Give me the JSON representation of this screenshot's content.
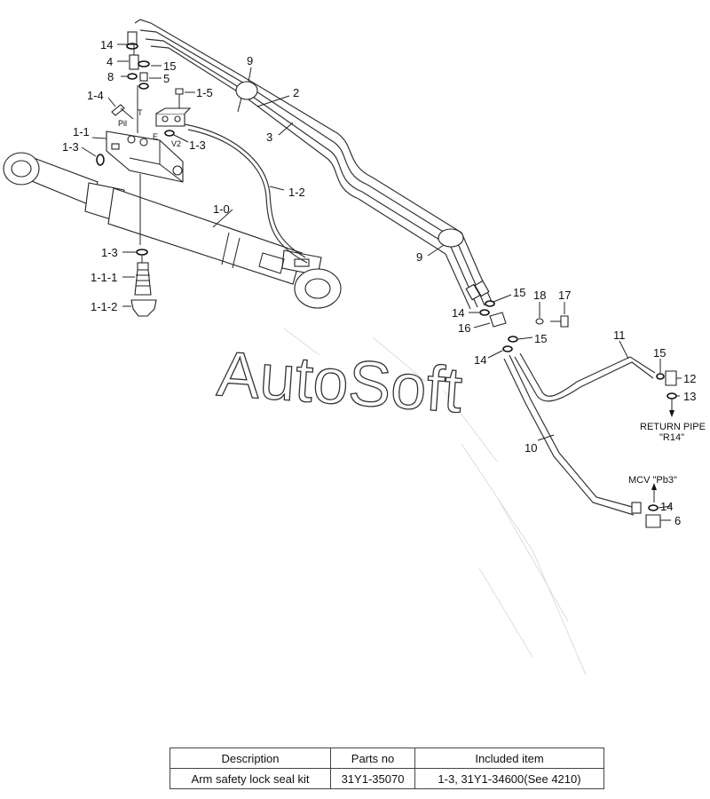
{
  "watermark": "AutoSoft",
  "labels": {
    "l14a": "14",
    "l4": "4",
    "l15a": "15",
    "l8": "8",
    "l5": "5",
    "l1_5": "1-5",
    "l1_4": "1-4",
    "l1_1": "1-1",
    "l1_3a": "1-3",
    "l1_3b": "1-3",
    "l1_0": "1-0",
    "l1_2": "1-2",
    "l1_3c": "1-3",
    "l1_1_1": "1-1-1",
    "l1_1_2": "1-1-2",
    "l9a": "9",
    "l2": "2",
    "l3": "3",
    "l9b": "9",
    "l15b": "15",
    "l18": "18",
    "l17": "17",
    "l14b": "14",
    "l16": "16",
    "l15c": "15",
    "l14c": "14",
    "l11": "11",
    "l15d": "15",
    "l12": "12",
    "l13": "13",
    "l10": "10",
    "l14d": "14",
    "l6": "6"
  },
  "ports": {
    "pil": "Pil",
    "t_upper": "T",
    "e": "E",
    "v2": "V2"
  },
  "notes": {
    "return_pipe_1": "RETURN PIPE",
    "return_pipe_2": "\"R14\"",
    "mcv": "MCV  \"Pb3\""
  },
  "table": {
    "headers": [
      "Description",
      "Parts no",
      "Included item"
    ],
    "rows": [
      [
        "Arm safety lock seal kit",
        "31Y1-35070",
        "1-3, 31Y1-34600(See 4210)"
      ]
    ]
  }
}
